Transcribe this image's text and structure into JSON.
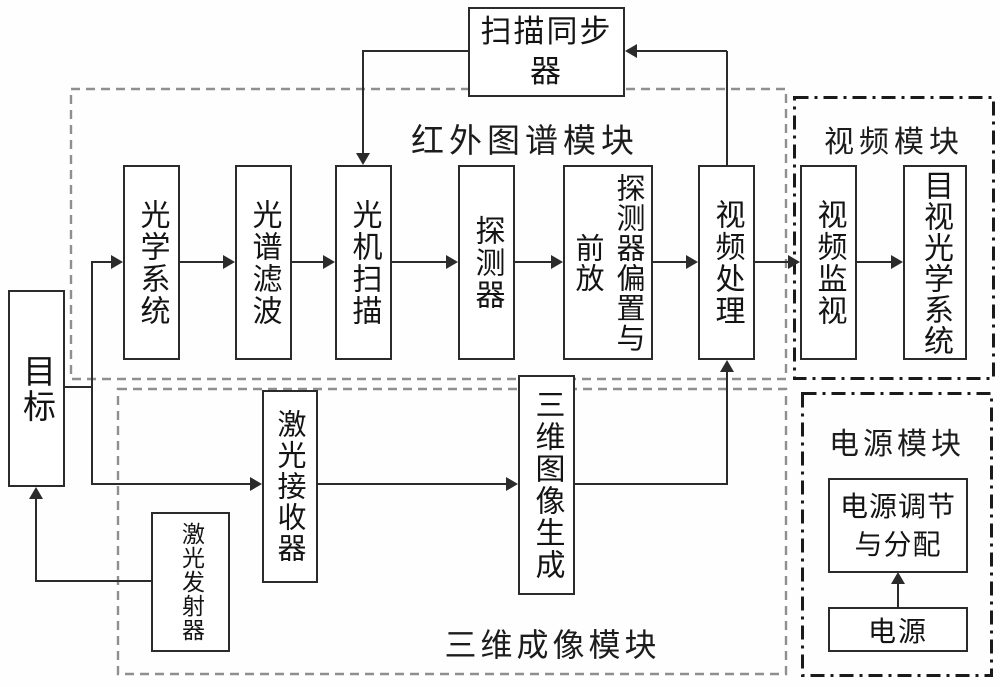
{
  "modules": {
    "ir": {
      "label": "红外图谱模块"
    },
    "video": {
      "label": "视频模块"
    },
    "three_d": {
      "label": "三维成像模块"
    },
    "power": {
      "label": "电源模块"
    }
  },
  "nodes": {
    "target": {
      "label": "目标"
    },
    "scan_sync": {
      "label": "扫描同步器"
    },
    "optical_system": {
      "label": "光学系统"
    },
    "spectral_filter": {
      "label": "光谱滤波"
    },
    "optomech_scan": {
      "label": "光机扫描"
    },
    "detector": {
      "label": "探测器"
    },
    "detector_bias": {
      "label": "探测器偏置与前放"
    },
    "video_processing": {
      "label": "视频处理"
    },
    "video_monitor": {
      "label": "视频监视"
    },
    "visual_optics": {
      "label": "目视光学系统"
    },
    "laser_receiver": {
      "label": "激光接收器"
    },
    "laser_transmitter": {
      "label": "激光发射器"
    },
    "image_3d": {
      "label": "三维图像生成"
    },
    "power_regulation": {
      "label": "电源调节与分配"
    },
    "power_source": {
      "label": "电源"
    }
  },
  "colors": {
    "background": "#ffffff",
    "box_border": "#2b2b2b",
    "line": "#2b2b2b",
    "dashed_frame": "#8f8f8f",
    "dashdot_frame": "#1a1a1a",
    "text": "#111111"
  }
}
